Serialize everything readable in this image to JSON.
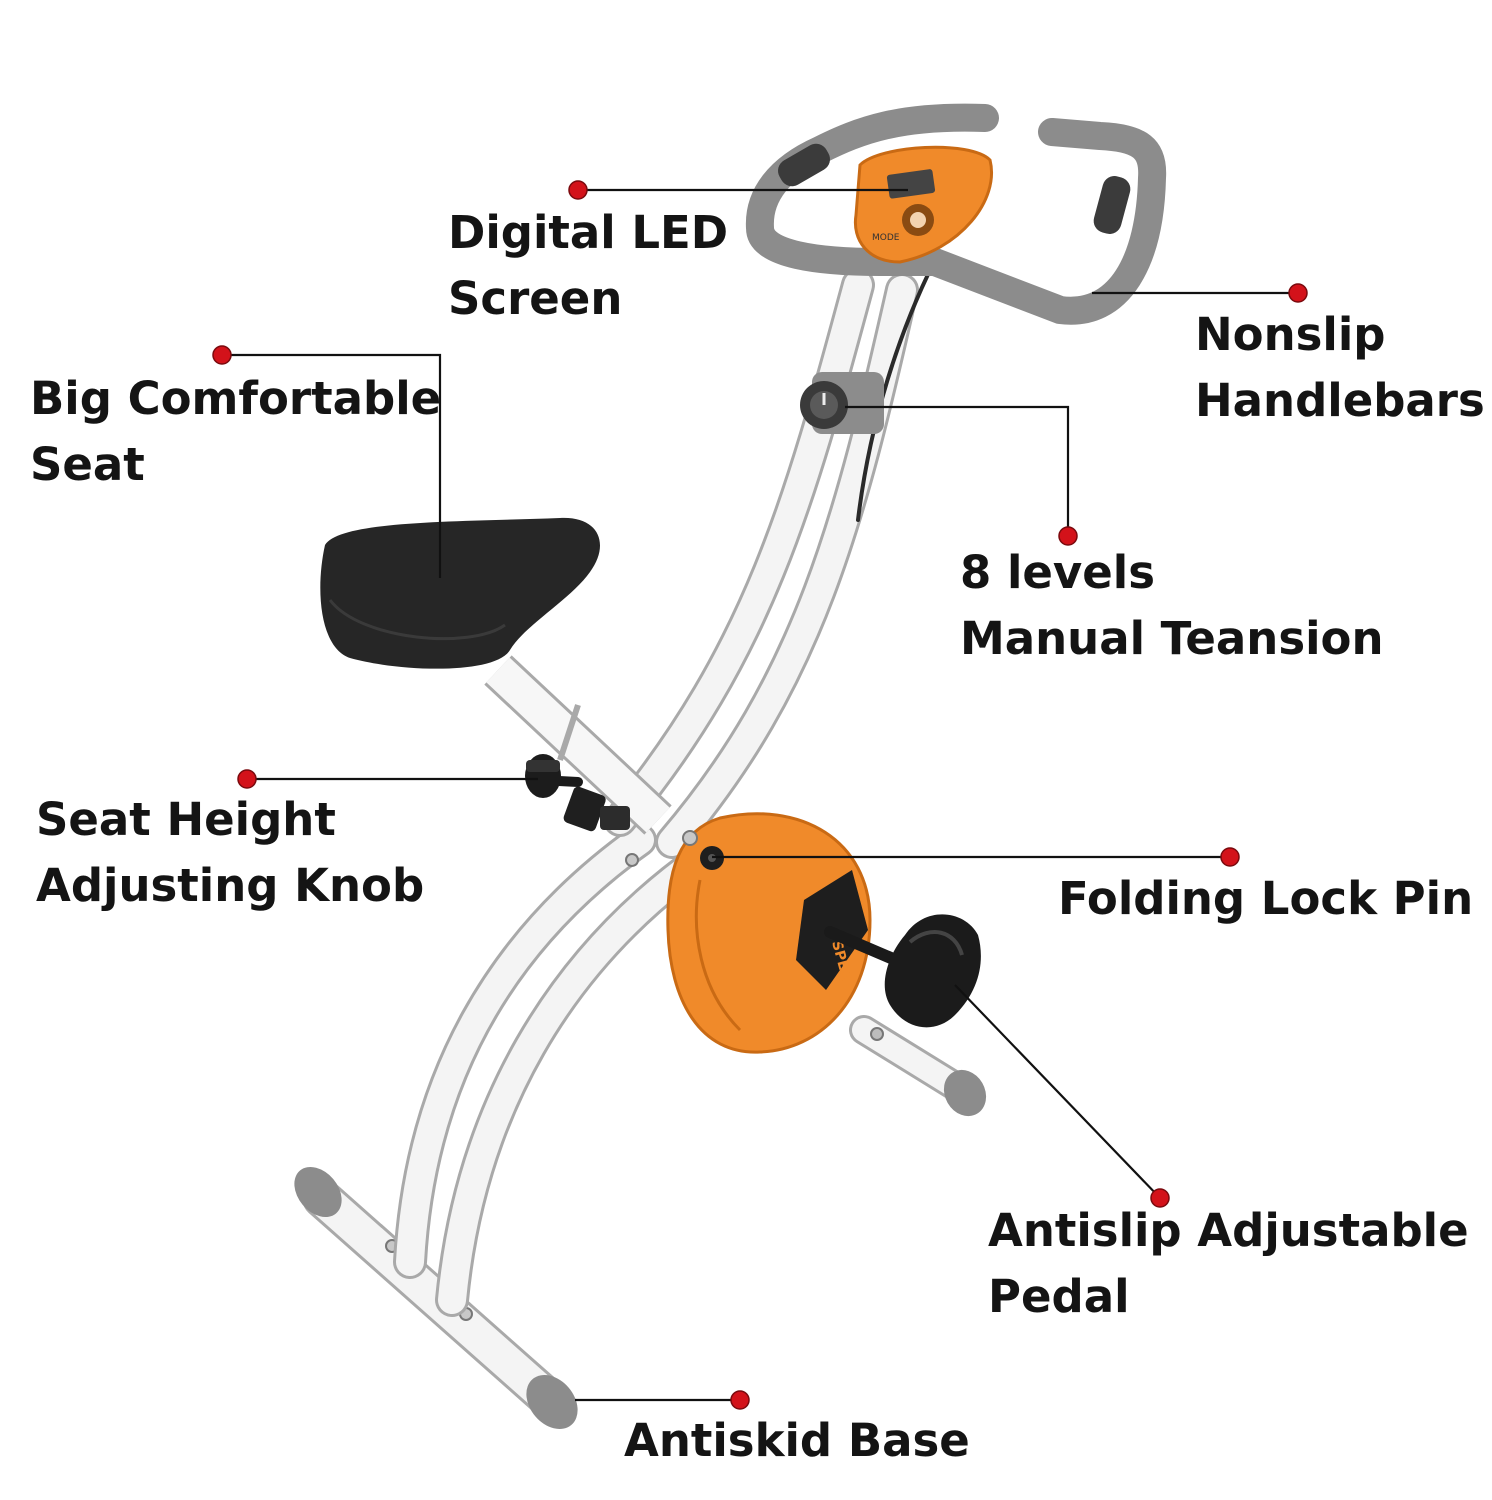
{
  "colors": {
    "frame": "#f4f4f4",
    "frame_edge": "#a9a9a9",
    "accent": "#f08a2a",
    "accent_dark": "#c96a14",
    "handlebar": "#8c8c8c",
    "seat": "#262626",
    "dot": "#d3121a",
    "leader": "#111111"
  },
  "callouts": [
    {
      "id": "digital-led-screen",
      "lines": [
        "Digital LED",
        "Screen"
      ]
    },
    {
      "id": "big-comfortable-seat",
      "lines": [
        "Big Comfortable",
        "Seat"
      ]
    },
    {
      "id": "nonslip-handlebars",
      "lines": [
        "Nonslip",
        "Handlebars"
      ]
    },
    {
      "id": "manual-tension",
      "lines": [
        "8 levels",
        "Manual Teansion"
      ]
    },
    {
      "id": "seat-height-knob",
      "lines": [
        "Seat Height",
        "Adjusting Knob"
      ]
    },
    {
      "id": "folding-lock-pin",
      "lines": [
        "Folding Lock Pin"
      ]
    },
    {
      "id": "antislip-pedal",
      "lines": [
        "Antislip Adjustable",
        "Pedal"
      ]
    },
    {
      "id": "antiskid-base",
      "lines": [
        "Antiskid Base"
      ]
    }
  ],
  "product": {
    "console_mode_text": "MODE",
    "flywheel_brand": "SPEX"
  }
}
